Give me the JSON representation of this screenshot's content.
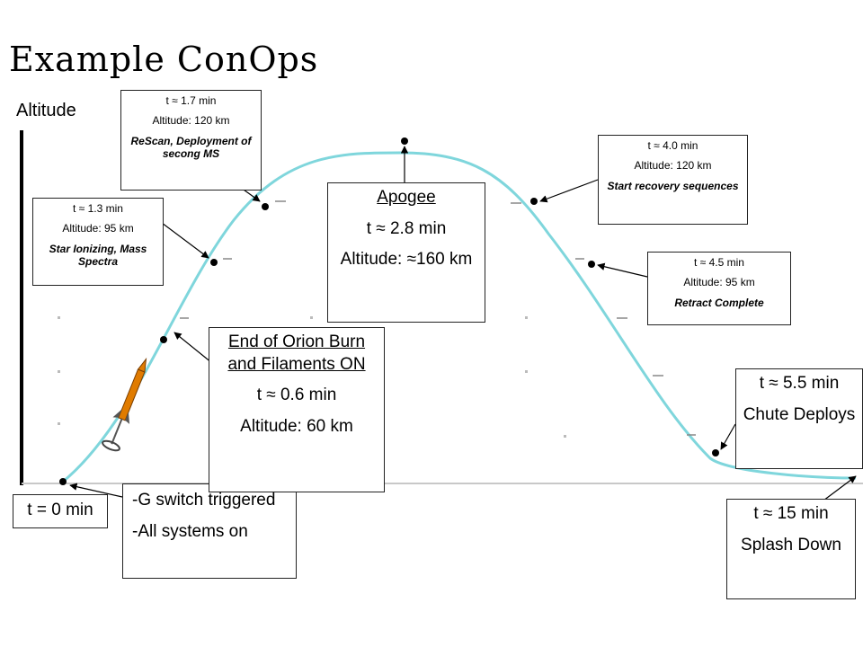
{
  "title": "Example ConOps",
  "y_axis_label": "Altitude",
  "colors": {
    "trajectory": "#7fd6dc",
    "rocket_body": "#e07b00",
    "rocket_fins": "#555555"
  },
  "events": {
    "launch": {
      "time": "t = 0 min"
    },
    "gswitch": {
      "line1": "-G switch triggered",
      "line2": "-All systems on"
    },
    "orion": {
      "title": "End of Orion Burn and Filaments ON",
      "time": "t ≈ 0.6 min",
      "altitude": "Altitude: 60 km"
    },
    "ionizing": {
      "time": "t ≈ 1.3 min",
      "altitude": "Altitude: 95 km",
      "event": "Star Ionizing, Mass Spectra"
    },
    "rescan": {
      "time": "t ≈ 1.7 min",
      "altitude": "Altitude: 120 km",
      "event": "ReScan, Deployment of secong MS"
    },
    "apogee": {
      "title": "Apogee",
      "time": "t ≈ 2.8 min",
      "altitude": "Altitude: ≈160 km"
    },
    "recovery": {
      "time": "t ≈ 4.0 min",
      "altitude": "Altitude: 120 km",
      "event": "Start recovery sequences"
    },
    "retract": {
      "time": "t ≈ 4.5 min",
      "altitude": "Altitude: 95 km",
      "event": "Retract Complete"
    },
    "chute": {
      "time": "t ≈ 5.5 min",
      "event": "Chute Deploys"
    },
    "splash": {
      "time": "t ≈ 15 min",
      "event": "Splash Down"
    }
  }
}
